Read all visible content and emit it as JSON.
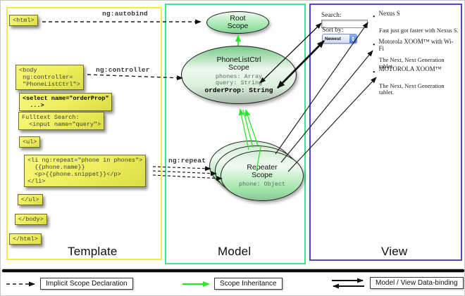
{
  "columns": {
    "template": {
      "label": "Template"
    },
    "model": {
      "label": "Model"
    },
    "view": {
      "label": "View"
    }
  },
  "labels": {
    "ng_autobind": "ng:autobind",
    "ng_controller": "ng:controller",
    "ng_repeat": "ng:repeat"
  },
  "template_code": {
    "html_open": "<html>",
    "body_open": "<body\n ng:controller=\n \"PhoneListCtrl\">",
    "select_tag": "<select name=\"orderProp\"\n  ...>",
    "fulltext": "Fulltext Search:\n  <input name=\"query\">",
    "ul_open": "<ul>",
    "li_repeat": "<li ng:repeat=\"phone in phones\">\n  {{phone.name}}\n  <p>{{phone.snippet}}</p>\n</li>",
    "ul_close": "</ul>",
    "body_close": "</body>",
    "html_close": "</html>"
  },
  "model": {
    "root_scope": "Root\nScope",
    "phonelist_title": "PhoneListCtrl\nScope",
    "phonelist_props": "phones: Array\nquery: String",
    "phonelist_prop_bold": "orderProp: String",
    "repeater_title": "Repeater\nScope",
    "repeater_prop": "phone: Object"
  },
  "view": {
    "search_label": "Search:",
    "search_value": "",
    "sort_label": "Sort by:",
    "sort_value": "Newest",
    "items": [
      {
        "title": "Nexus S",
        "desc": "Fast just got faster with Nexus S."
      },
      {
        "title": "Motorola XOOM™ with Wi-Fi",
        "desc": "The Next, Next Generation tablet."
      },
      {
        "title": "MOTOROLA XOOM™",
        "desc": "The Next, Next Generation tablet."
      }
    ]
  },
  "legend": {
    "implicit": "Implicit Scope Declaration",
    "inheritance": "Scope Inheritance",
    "databinding": "Model / View Data-binding"
  },
  "colors": {
    "template_border": "#f2ee3c",
    "model_border": "#3fe394",
    "view_border": "#5b3fd0",
    "code_box": "#eded5c",
    "scope_green": "#9ce6a8",
    "inheritance_arrow": "#2ce52c",
    "arrow_black": "#111111"
  }
}
